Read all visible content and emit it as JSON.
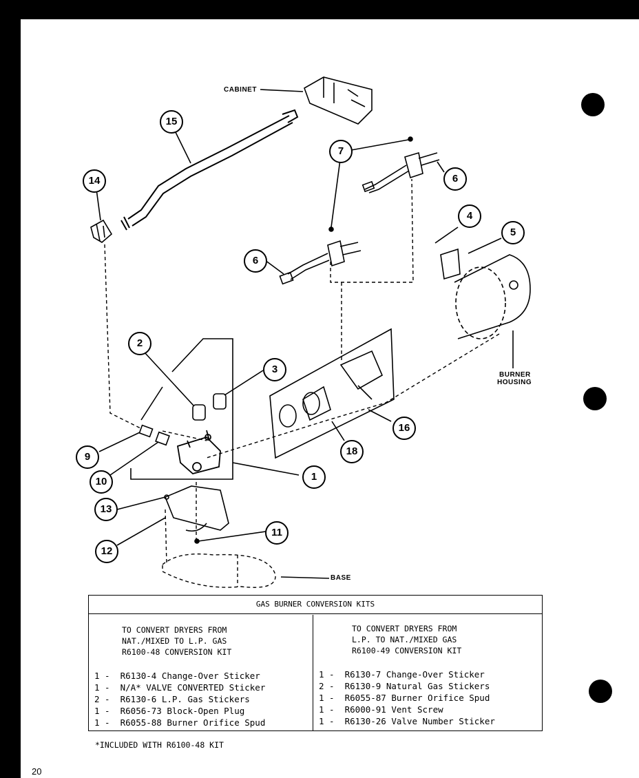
{
  "diagram_labels": {
    "cabinet": "CABINET",
    "burner_housing_line1": "BURNER",
    "burner_housing_line2": "HOUSING",
    "base": "BASE"
  },
  "callouts": [
    "1",
    "2",
    "3",
    "4",
    "5",
    "6",
    "6",
    "7",
    "9",
    "10",
    "11",
    "12",
    "13",
    "14",
    "15",
    "16",
    "18"
  ],
  "table": {
    "title": "GAS BURNER CONVERSION KITS",
    "left": {
      "header": [
        "TO CONVERT DRYERS FROM",
        "NAT./MIXED TO L.P. GAS",
        "R6100-48 CONVERSION KIT"
      ],
      "items": [
        "1 -  R6130-4 Change-Over Sticker",
        "1 -  N/A* VALVE CONVERTED Sticker",
        "2 -  R6130-6 L.P. Gas Stickers",
        "1 -  R6056-73 Block-Open Plug",
        "1 -  R6055-88 Burner Orifice Spud"
      ]
    },
    "right": {
      "header": [
        "TO CONVERT DRYERS FROM",
        "L.P. TO NAT./MIXED GAS",
        "R6100-49 CONVERSION KIT"
      ],
      "items": [
        "1 -  R6130-7 Change-Over Sticker",
        "2 -  R6130-9 Natural Gas Stickers",
        "1 -  R6055-87 Burner Orifice Spud",
        "1 -  R6000-91 Vent Screw",
        "1 -  R6130-26 Valve Number Sticker"
      ]
    }
  },
  "footnote": "*INCLUDED WITH R6100-48 KIT",
  "page_number": "20"
}
